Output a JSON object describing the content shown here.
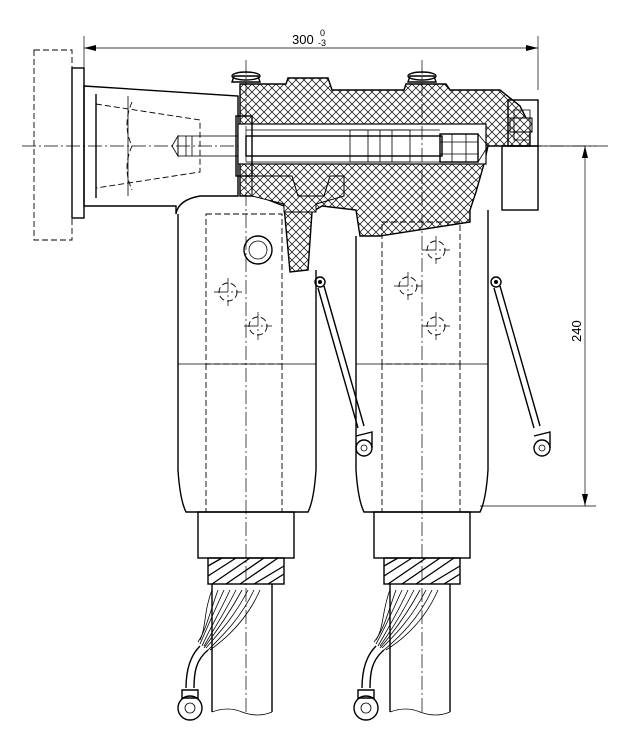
{
  "dimensions": {
    "width_value": "300",
    "width_tol_upper": "0",
    "width_tol_lower": "-3",
    "height_value": "240"
  }
}
